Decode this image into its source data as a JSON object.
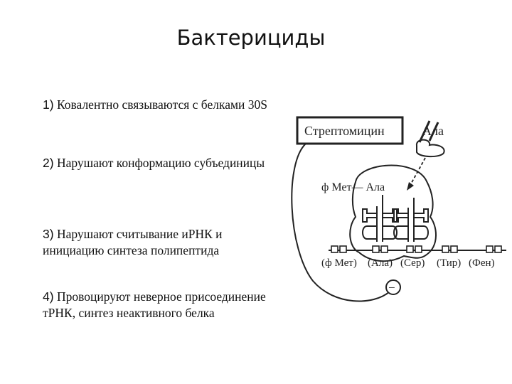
{
  "title": "Бактерициды",
  "items": [
    {
      "num": "1)",
      "text": "Ковалентно связываются с белками 30S"
    },
    {
      "num": "2)",
      "text": "Нарушают конформацию субъединицы"
    },
    {
      "num": "3)",
      "text": "Нарушают считывание иРНК и инициацию синтеза полипептида"
    },
    {
      "num": "4)",
      "text": "Провоцируют неверное присоединение тРНК, синтез неактивного белка"
    }
  ],
  "diagram": {
    "drug_label": "Стрептомицин",
    "incoming_aa": "Ала",
    "chain_label": "ф Мет— Ала",
    "codons": [
      "(ф Мет)",
      "(Ала)",
      "(Сер)",
      "(Тир)",
      "(Фен)"
    ],
    "inhibition_sign": "−"
  }
}
